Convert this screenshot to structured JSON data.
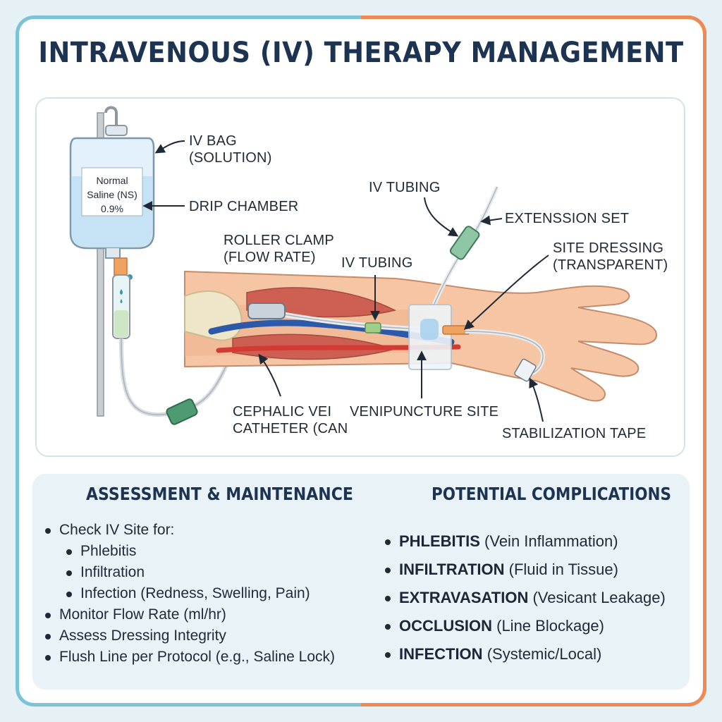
{
  "title": "INTRAVENOUS (IV) THERAPY MANAGEMENT",
  "diagram": {
    "bag_text": [
      "Normal",
      "Saline (NS)",
      "0.9%"
    ],
    "labels": {
      "iv_bag": [
        "IV BAG",
        "(SOLUTION)"
      ],
      "drip_chamber": "DRIP CHAMBER",
      "roller_clamp": [
        "ROLLER CLAMP",
        "(FLOW RATE)"
      ],
      "iv_tubing_top": "IV TUBING",
      "iv_tubing_mid": "IV TUBING",
      "extension_set": "EXTENSSION SET",
      "site_dressing": [
        "SITE DRESSING",
        "(TRANSPARENT)"
      ],
      "cephalic_vein": [
        "CEPHALIC VEI",
        "CATHETER (CAN"
      ],
      "venipuncture_site": "VENIPUNCTURE SITE",
      "stabilization_tape": "STABILIZATION TAPE"
    }
  },
  "assessment": {
    "title": "ASSESSMENT & MAINTENANCE",
    "icon": "stethoscope-icon",
    "items": [
      {
        "text": "Check IV Site for:",
        "sub": false
      },
      {
        "text": "Phlebitis",
        "sub": true
      },
      {
        "text": "Infiltration",
        "sub": true
      },
      {
        "text": "Infection (Redness, Swelling, Pain)",
        "sub": true
      },
      {
        "text": "Monitor Flow Rate (ml/hr)",
        "sub": false
      },
      {
        "text": "Assess Dressing Integrity",
        "sub": false
      },
      {
        "text": "Flush Line per Protocol (e.g., Saline Lock)",
        "sub": false
      }
    ]
  },
  "complications": {
    "title": "POTENTIAL COMPLICATIONS",
    "icon": "warning-icon",
    "items": [
      {
        "term": "PHLEBITIS",
        "desc": "(Vein Inflammation)"
      },
      {
        "term": "INFILTRATION",
        "desc": "(Fluid in Tissue)"
      },
      {
        "term": "EXTRAVASATION",
        "desc": "(Vesicant Leakage)"
      },
      {
        "term": "OCCLUSION",
        "desc": "(Line Blockage)"
      },
      {
        "term": "INFECTION",
        "desc": "(Systemic/Local)"
      }
    ]
  },
  "colors": {
    "frame_left": "#7cc3d9",
    "frame_right": "#ee8a55",
    "title": "#1d3352",
    "assessment_badge": "#1d3a5c",
    "complication_badge": "#ee8a55"
  }
}
